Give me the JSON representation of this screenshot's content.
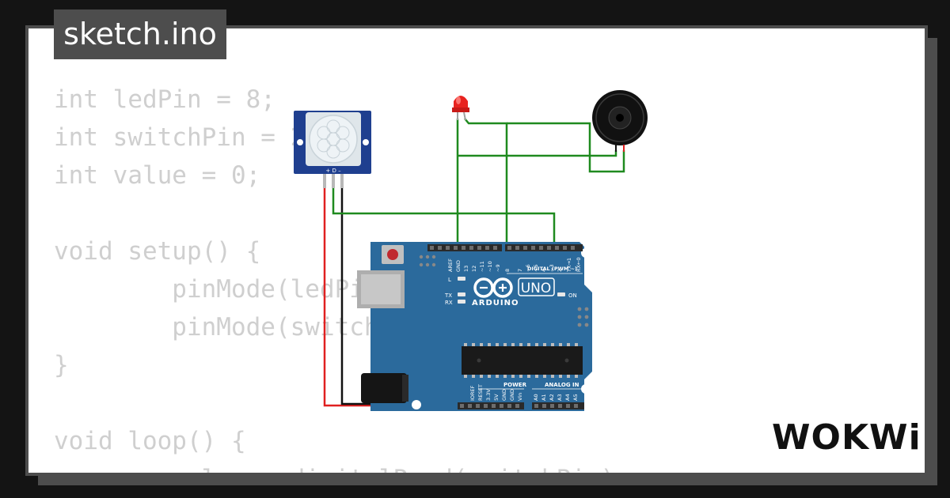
{
  "tab": {
    "filename": "sketch.ino"
  },
  "code": {
    "lines": [
      "int ledPin = 8;",
      "int switchPin = 2;",
      "int value = 0;",
      "",
      "void setup() {",
      "        pinMode(ledPin, OUTPUT);",
      "        pinMode(switchPin, INPUT);",
      "}",
      "",
      "void loop() {",
      "        value = digitalRead(switchPin);"
    ]
  },
  "pir": {
    "pin_labels": "+ D –"
  },
  "arduino": {
    "brand": "ARDUINO",
    "model": "UNO",
    "digital_header": "DIGITAL (PWM ~)",
    "digital_pins": [
      "AREF",
      "GND",
      "13",
      "12",
      "~11",
      "~10",
      "~9",
      "8",
      "7",
      "~6",
      "~5",
      "4",
      "~3",
      "2",
      "TX→1",
      "RX←0"
    ],
    "power_header": "POWER",
    "power_pins": [
      "IOREF",
      "RESET",
      "3.3V",
      "5V",
      "GND",
      "GND",
      "Vin"
    ],
    "analog_header": "ANALOG IN",
    "analog_pins": [
      "A0",
      "A1",
      "A2",
      "A3",
      "A4",
      "A5"
    ],
    "led_l": "L",
    "led_tx": "TX",
    "led_rx": "RX",
    "led_on": "ON"
  },
  "logo": {
    "text": "WOKWi"
  },
  "colors": {
    "board": "#2b6a9c",
    "wire_green": "#1f8a1f",
    "wire_red": "#e02020",
    "wire_black": "#111111",
    "led": "#e8231f"
  }
}
